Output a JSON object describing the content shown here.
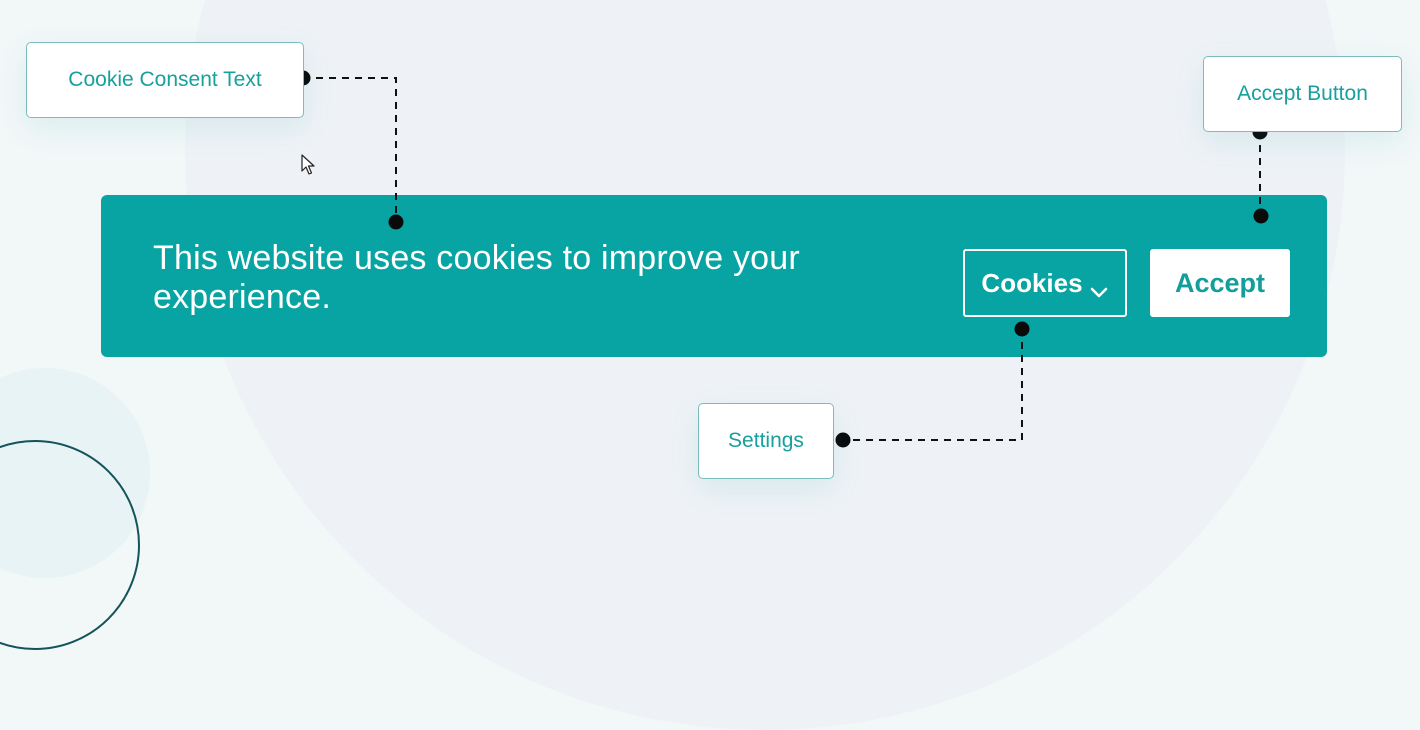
{
  "callouts": {
    "cookie_text_label": "Cookie Consent Text",
    "accept_button_label": "Accept Button",
    "settings_label": "Settings"
  },
  "banner": {
    "message": "This website uses cookies to improve your experience.",
    "cookies_button_label": "Cookies",
    "accept_button_label": "Accept"
  },
  "colors": {
    "banner": "#08a4a3",
    "accent_text": "#17a09d",
    "dot": "#0a0a0a"
  },
  "icons": {
    "dropdown": "chevron-down-icon",
    "pointer": "mouse-pointer-icon"
  }
}
